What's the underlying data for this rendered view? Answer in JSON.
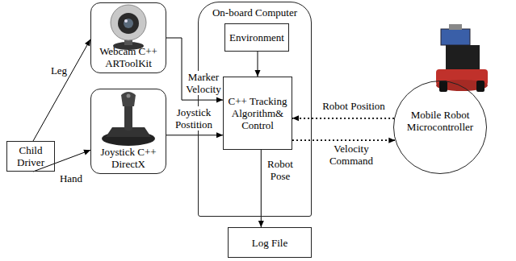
{
  "diagram": {
    "nodes": [
      {
        "text": [
          "Child Driver"
        ]
      },
      {
        "text": [
          "Webcam C++ ARToolKit"
        ]
      },
      {
        "text": [
          "Joystick C++ DirectX"
        ]
      },
      {
        "text": [
          "On-board Computer"
        ]
      },
      {
        "text": [
          "Environment"
        ],
        "in": 3
      },
      {
        "text": [
          "C++ Tracking Algorithm& Control"
        ],
        "in": 3
      },
      {
        "text": [
          "Mobile Robot Microcontroller"
        ]
      },
      {
        "text": [
          "Log File"
        ]
      }
    ],
    "edges": [
      {
        "from": 0,
        "to": 1,
        "label": "Leg",
        "arrow": "to"
      },
      {
        "from": 0,
        "to": 2,
        "label": "Hand",
        "arrow": "to"
      },
      {
        "from": 1,
        "to": 5,
        "label": "Marker Velocity",
        "arrow": "to"
      },
      {
        "from": 2,
        "to": 5,
        "label": "Joystick Postition",
        "arrow": "to"
      },
      {
        "from": 4,
        "to": 5,
        "arrow": "to"
      },
      {
        "from": 6,
        "to": 5,
        "label": "Robot Position",
        "arrow": "to"
      },
      {
        "from": 5,
        "to": 6,
        "label": "Velocity Command",
        "arrow": "to"
      },
      {
        "from": 5,
        "to": 7,
        "label": "Robot Pose",
        "arrow": "to"
      }
    ]
  }
}
